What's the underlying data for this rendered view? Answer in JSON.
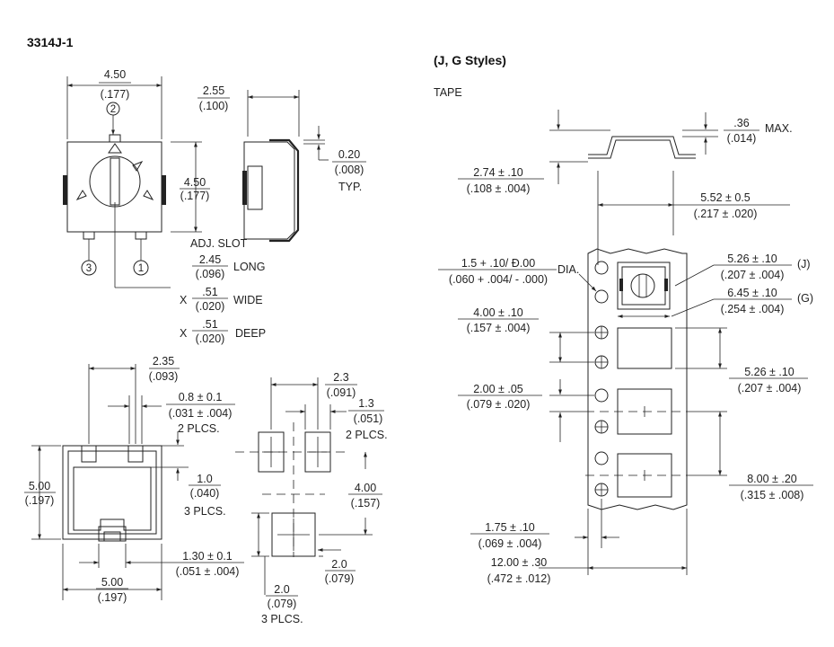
{
  "title_part": "3314J-1",
  "title_styles": "(J, G Styles)",
  "tape_label": "TAPE",
  "top_view": {
    "width_mm": "4.50",
    "width_in": "(.177)",
    "height_mm": "4.50",
    "height_in": "(.177)",
    "pin2": "2",
    "pin3": "3",
    "pin1": "1",
    "adj_slot": "ADJ. SLOT",
    "slot_long_mm": "2.45",
    "slot_long_in": "(.096)",
    "long": "LONG",
    "x1": "X",
    "slot_wide_mm": ".51",
    "slot_wide_in": "(.020)",
    "wide": "WIDE",
    "x2": "X",
    "slot_deep_mm": ".51",
    "slot_deep_in": "(.020)",
    "deep": "DEEP"
  },
  "side_view": {
    "depth_mm": "2.55",
    "depth_in": "(.100)",
    "lead_mm": "0.20",
    "lead_in": "(.008)",
    "typ": "TYP."
  },
  "bottom_view": {
    "pitch_mm": "2.35",
    "pitch_in": "(.093)",
    "pad_mm": "0.8 ± 0.1",
    "pad_in": "(.031 ± .004)",
    "pad_note": "2 PLCS.",
    "pad_h_mm": "1.0",
    "pad_h_in": "(.040)",
    "pad_h_note": "3 PLCS.",
    "h_mm": "5.00",
    "h_in": "(.197)",
    "w_mm": "5.00",
    "w_in": "(.197)",
    "tab_mm": "1.30 ± 0.1",
    "tab_in": "(.051 ± .004)"
  },
  "land_pattern": {
    "pitch_mm": "2.3",
    "pitch_in": "(.091)",
    "pad_w_mm": "1.3",
    "pad_w_in": "(.051)",
    "pad_w_note": "2 PLCS.",
    "span_mm": "4.00",
    "span_in": "(.157)",
    "pad2_mm": "2.0",
    "pad2_in": "(.079)",
    "pad3_mm": "2.0",
    "pad3_in": "(.079)",
    "pad3_note": "3 PLCS."
  },
  "tape": {
    "max_mm": ".36",
    "max_in": "(.014)",
    "max": "MAX.",
    "pocket_depth_mm": "2.74 ± .10",
    "pocket_depth_in": "(.108 ± .004)",
    "w552_mm": "5.52 ± 0.5",
    "w552_in": "(.217 ± .020)",
    "hole_mm": "1.5 + .10/ Ð.00",
    "hole_in": "(.060 + .004/ - .000)",
    "dia": "DIA.",
    "j_mm": "5.26 ± .10",
    "j_in": "(.207 ± .004)",
    "j": "(J)",
    "g_mm": "6.45 ± .10",
    "g_in": "(.254 ± .004)",
    "g": "(G)",
    "sprocket_mm": "4.00 ± .10",
    "sprocket_in": "(.157 ± .004)",
    "cavity_mm": "5.26 ± .10",
    "cavity_in": "(.207 ± .004)",
    "off_mm": "2.00 ± .05",
    "off_in": "(.079 ± .020)",
    "pitch_mm": "8.00 ± .20",
    "pitch_in": "(.315 ± .008)",
    "edge_mm": "1.75 ± .10",
    "edge_in": "(.069 ± .004)",
    "width_mm": "12.00 ± .30",
    "width_in": "(.472 ± .012)"
  }
}
